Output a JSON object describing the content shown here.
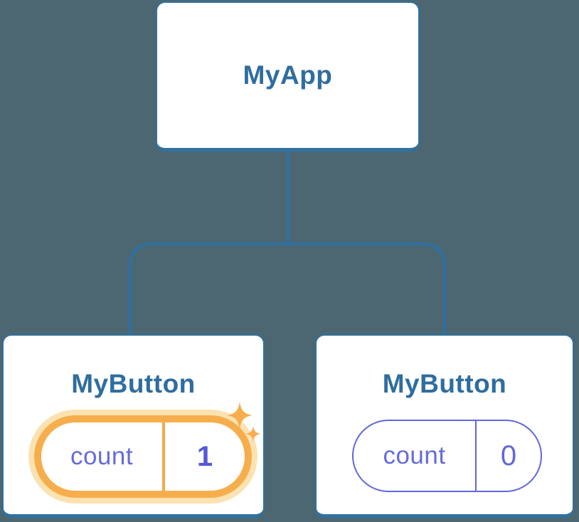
{
  "diagram": {
    "description": "React component tree: MyApp root with two MyButton children holding isolated count state",
    "root": {
      "label": "MyApp"
    },
    "children": [
      {
        "label": "MyButton",
        "state": {
          "name": "count",
          "value": "1"
        },
        "highlighted": true
      },
      {
        "label": "MyButton",
        "state": {
          "name": "count",
          "value": "0"
        },
        "highlighted": false
      }
    ]
  },
  "colors": {
    "background": "#4C6772",
    "card_border": "#30719F",
    "connector": "#2F70A1",
    "heading_text": "#2F6D9E",
    "state_text": "#666CDA",
    "state_value_highlight": "#5459D8",
    "pill_highlight_border": "#F6AE4D",
    "pill_highlight_divider": "#F2A94C",
    "pill_highlight_glow": "#FBE2B1",
    "pill_border": "#6266DD",
    "sparkle": "#F6AD4D"
  }
}
